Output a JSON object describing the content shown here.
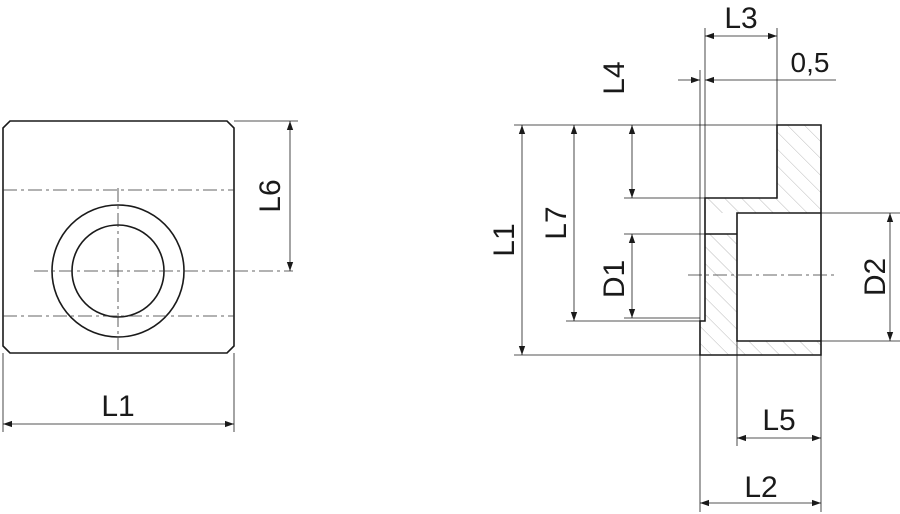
{
  "drawing": {
    "labels": {
      "front_width": "L1",
      "front_height": "L6",
      "side_height": "L1",
      "side_l7": "L7",
      "side_d1": "D1",
      "side_d2": "D2",
      "side_l3": "L3",
      "side_l4": "L4",
      "side_offset": "0,5",
      "side_l5": "L5",
      "side_l2": "L2"
    }
  }
}
